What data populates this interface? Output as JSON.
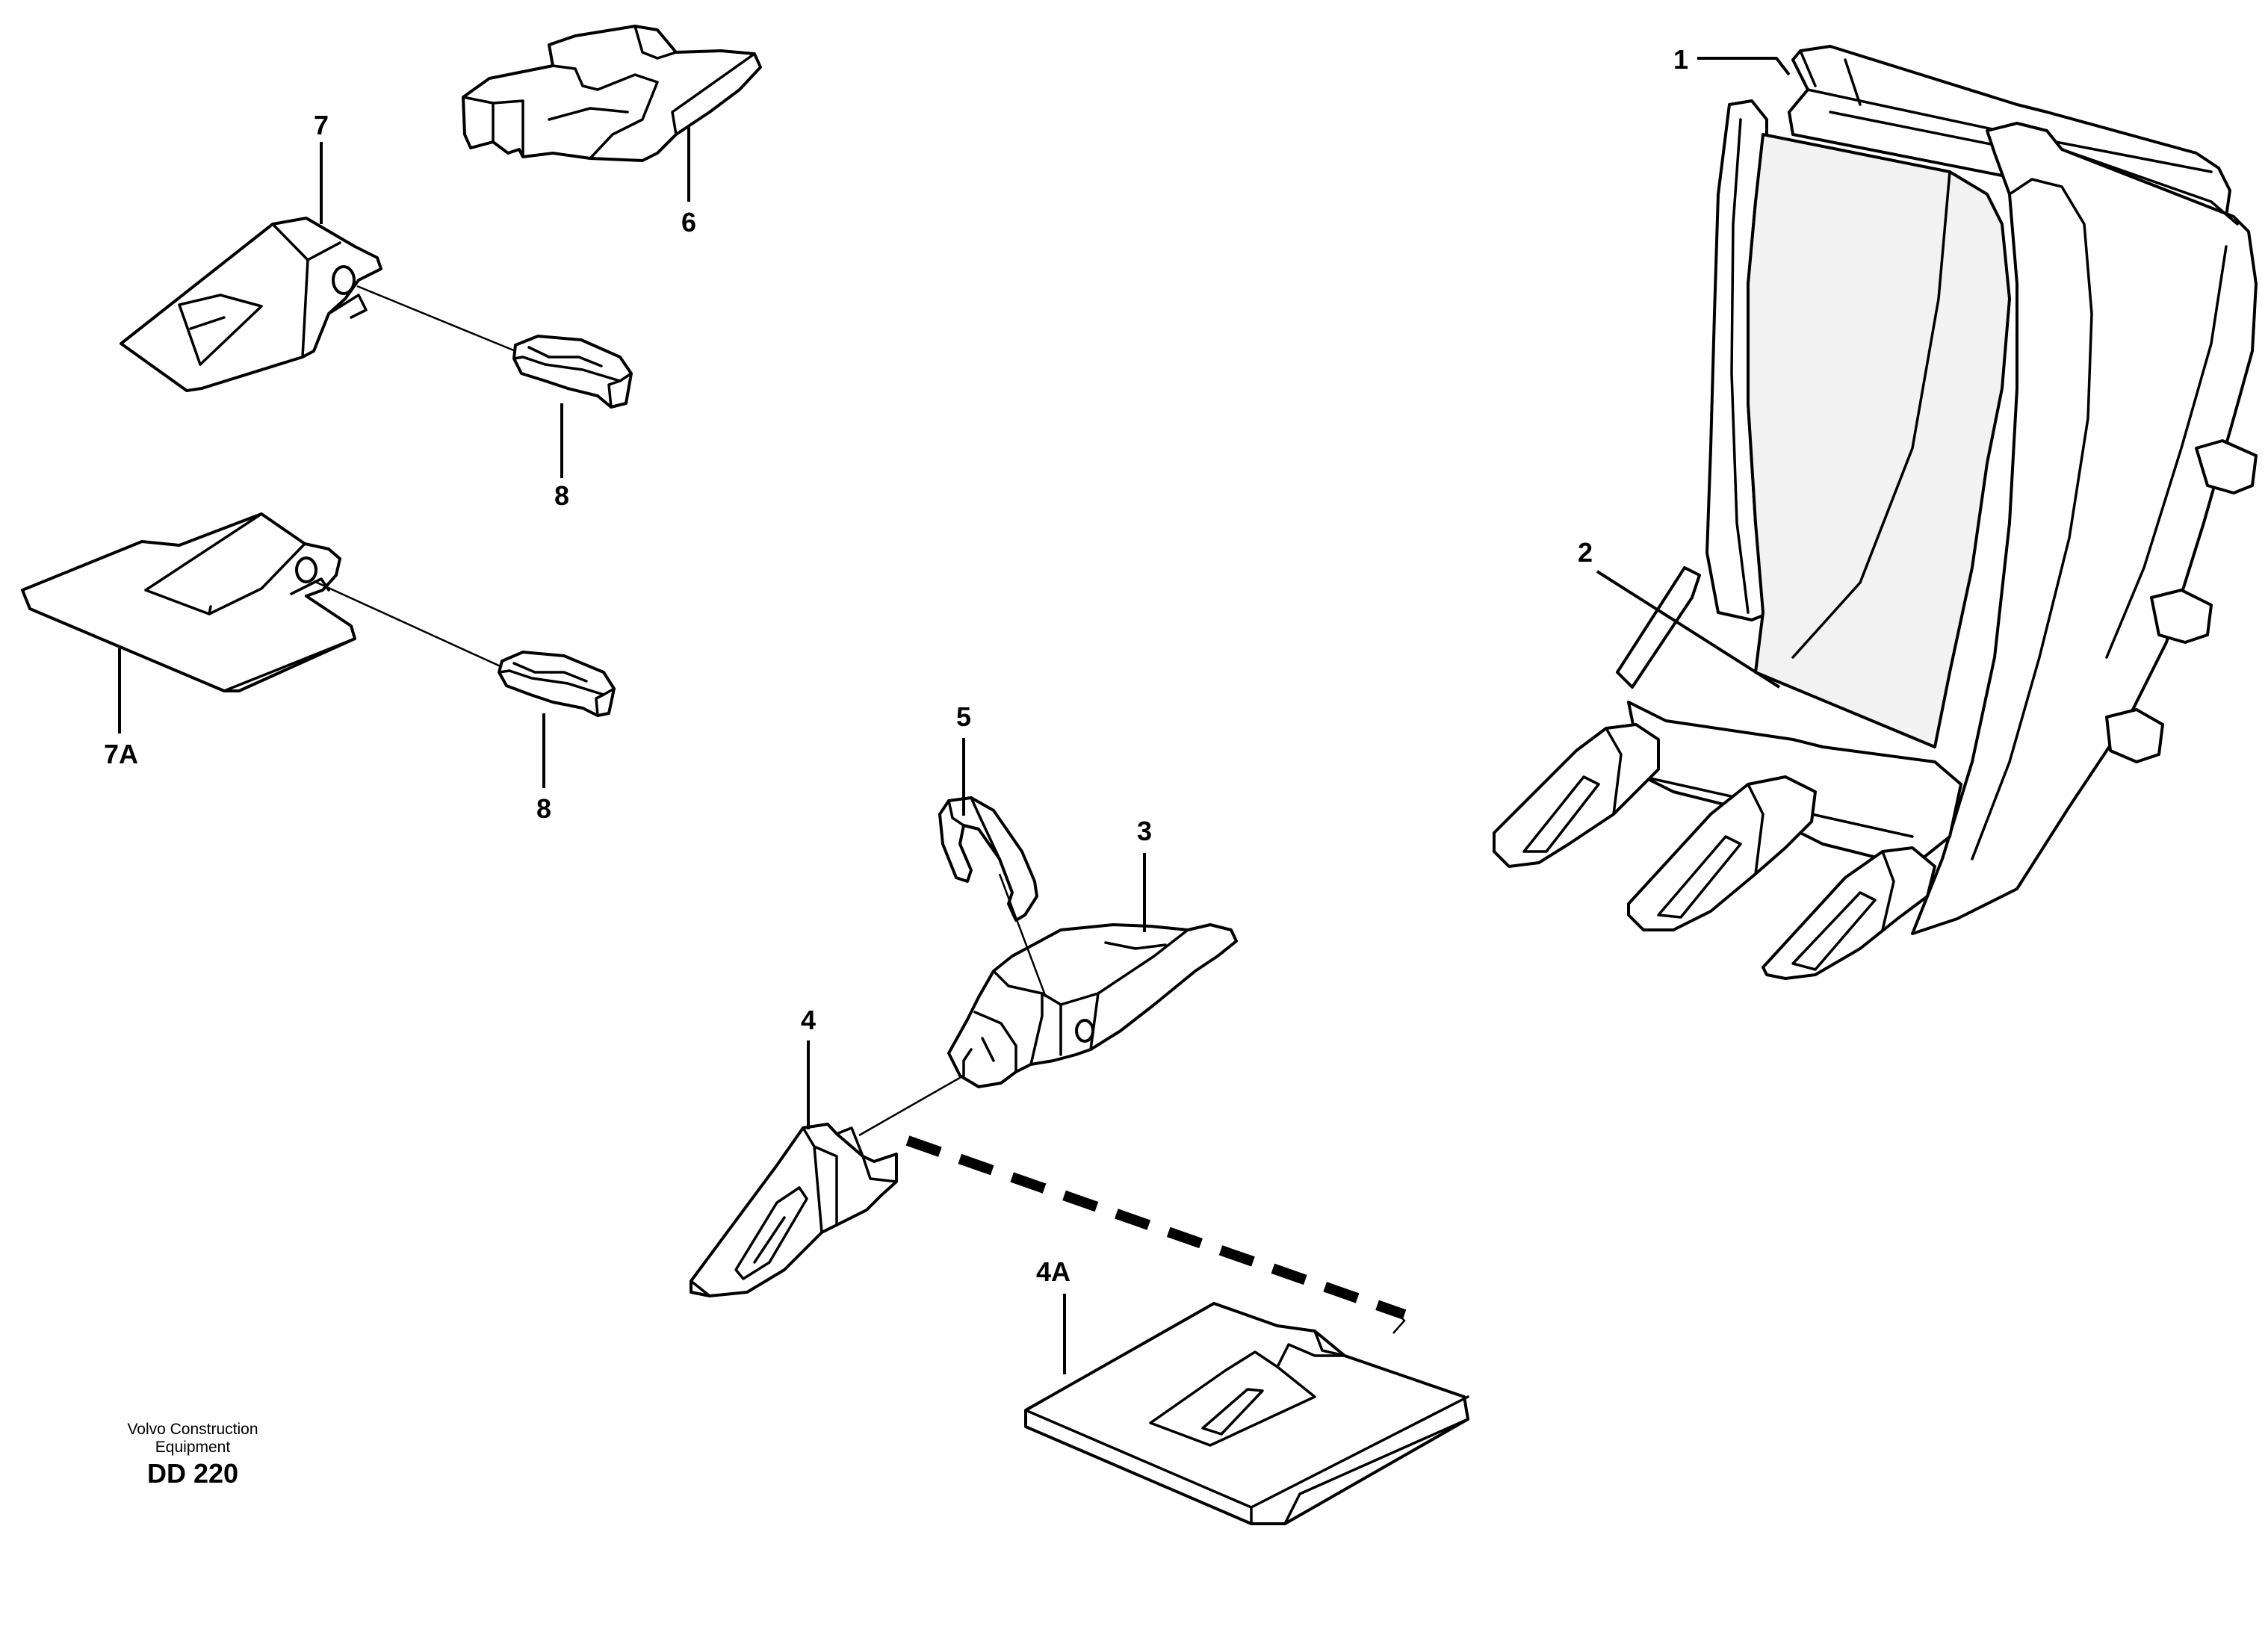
{
  "callouts": {
    "c1": "1",
    "c2": "2",
    "c3": "3",
    "c4": "4",
    "c4a": "4A",
    "c5": "5",
    "c6": "6",
    "c7": "7",
    "c7a": "7A",
    "c8_top": "8",
    "c8_bottom": "8"
  },
  "footer": {
    "line1": "Volvo Construction",
    "line2": "Equipment",
    "code": "DD 220"
  }
}
